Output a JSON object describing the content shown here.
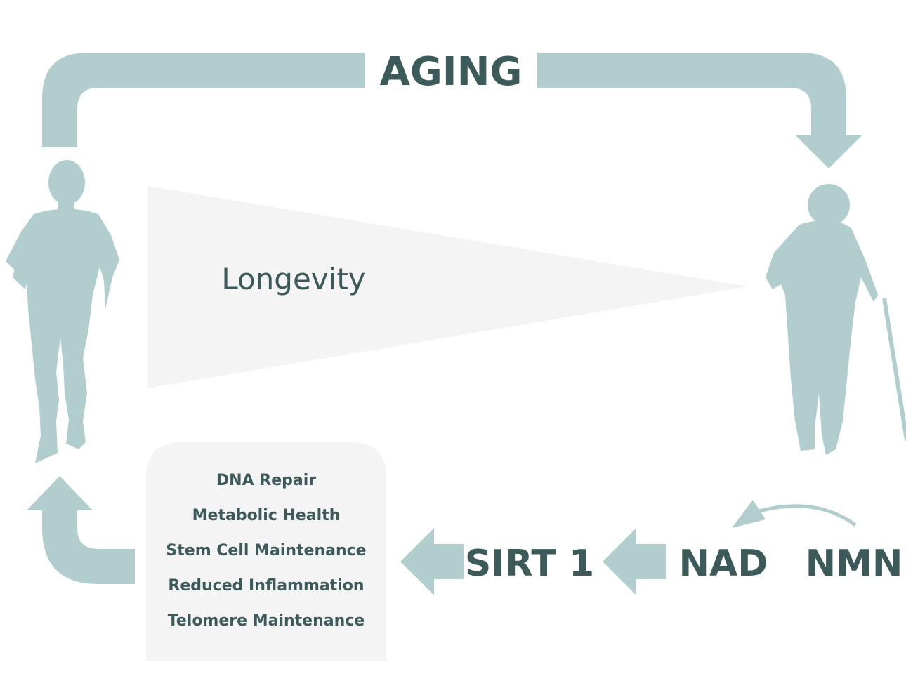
{
  "colors": {
    "arrow": "#b1cdcd",
    "text": "#3d5a5b",
    "panel": "#f4f4f4"
  },
  "cycle": {
    "top_label": "AGING",
    "longevity_label": "Longevity"
  },
  "pathway": {
    "sirt1": "SIRT 1",
    "nad": "NAD",
    "nmn": "NMN"
  },
  "benefits": [
    "DNA Repair",
    "Metabolic Health",
    "Stem Cell Maintenance",
    "Reduced Inflammation",
    "Telomere Maintenance"
  ],
  "icons": {
    "young": "young-person-walking-icon",
    "old": "elderly-person-with-cane-icon"
  }
}
